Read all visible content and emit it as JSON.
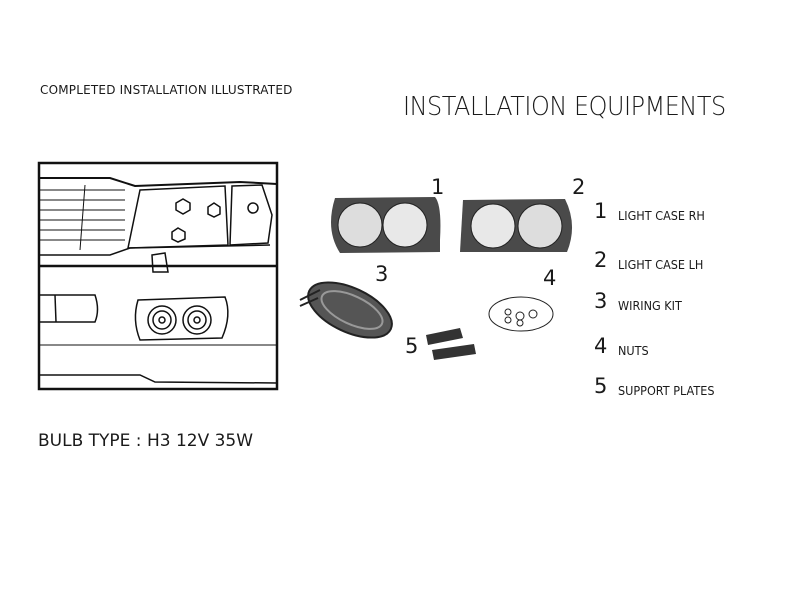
{
  "caption": "COMPLETED INSTALLATION ILLUSTRATED",
  "title": "INSTALLATION EQUIPMENTS",
  "bulb_type": "BULB TYPE : H3 12V 35W",
  "callouts": [
    "1",
    "2",
    "3",
    "4",
    "5"
  ],
  "parts": [
    {
      "number": "1",
      "label": "LIGHT CASE RH"
    },
    {
      "number": "2",
      "label": "LIGHT CASE LH"
    },
    {
      "number": "3",
      "label": "WIRING KIT"
    },
    {
      "number": "4",
      "label": "NUTS"
    },
    {
      "number": "5",
      "label": "SUPPORT PLATES"
    }
  ]
}
